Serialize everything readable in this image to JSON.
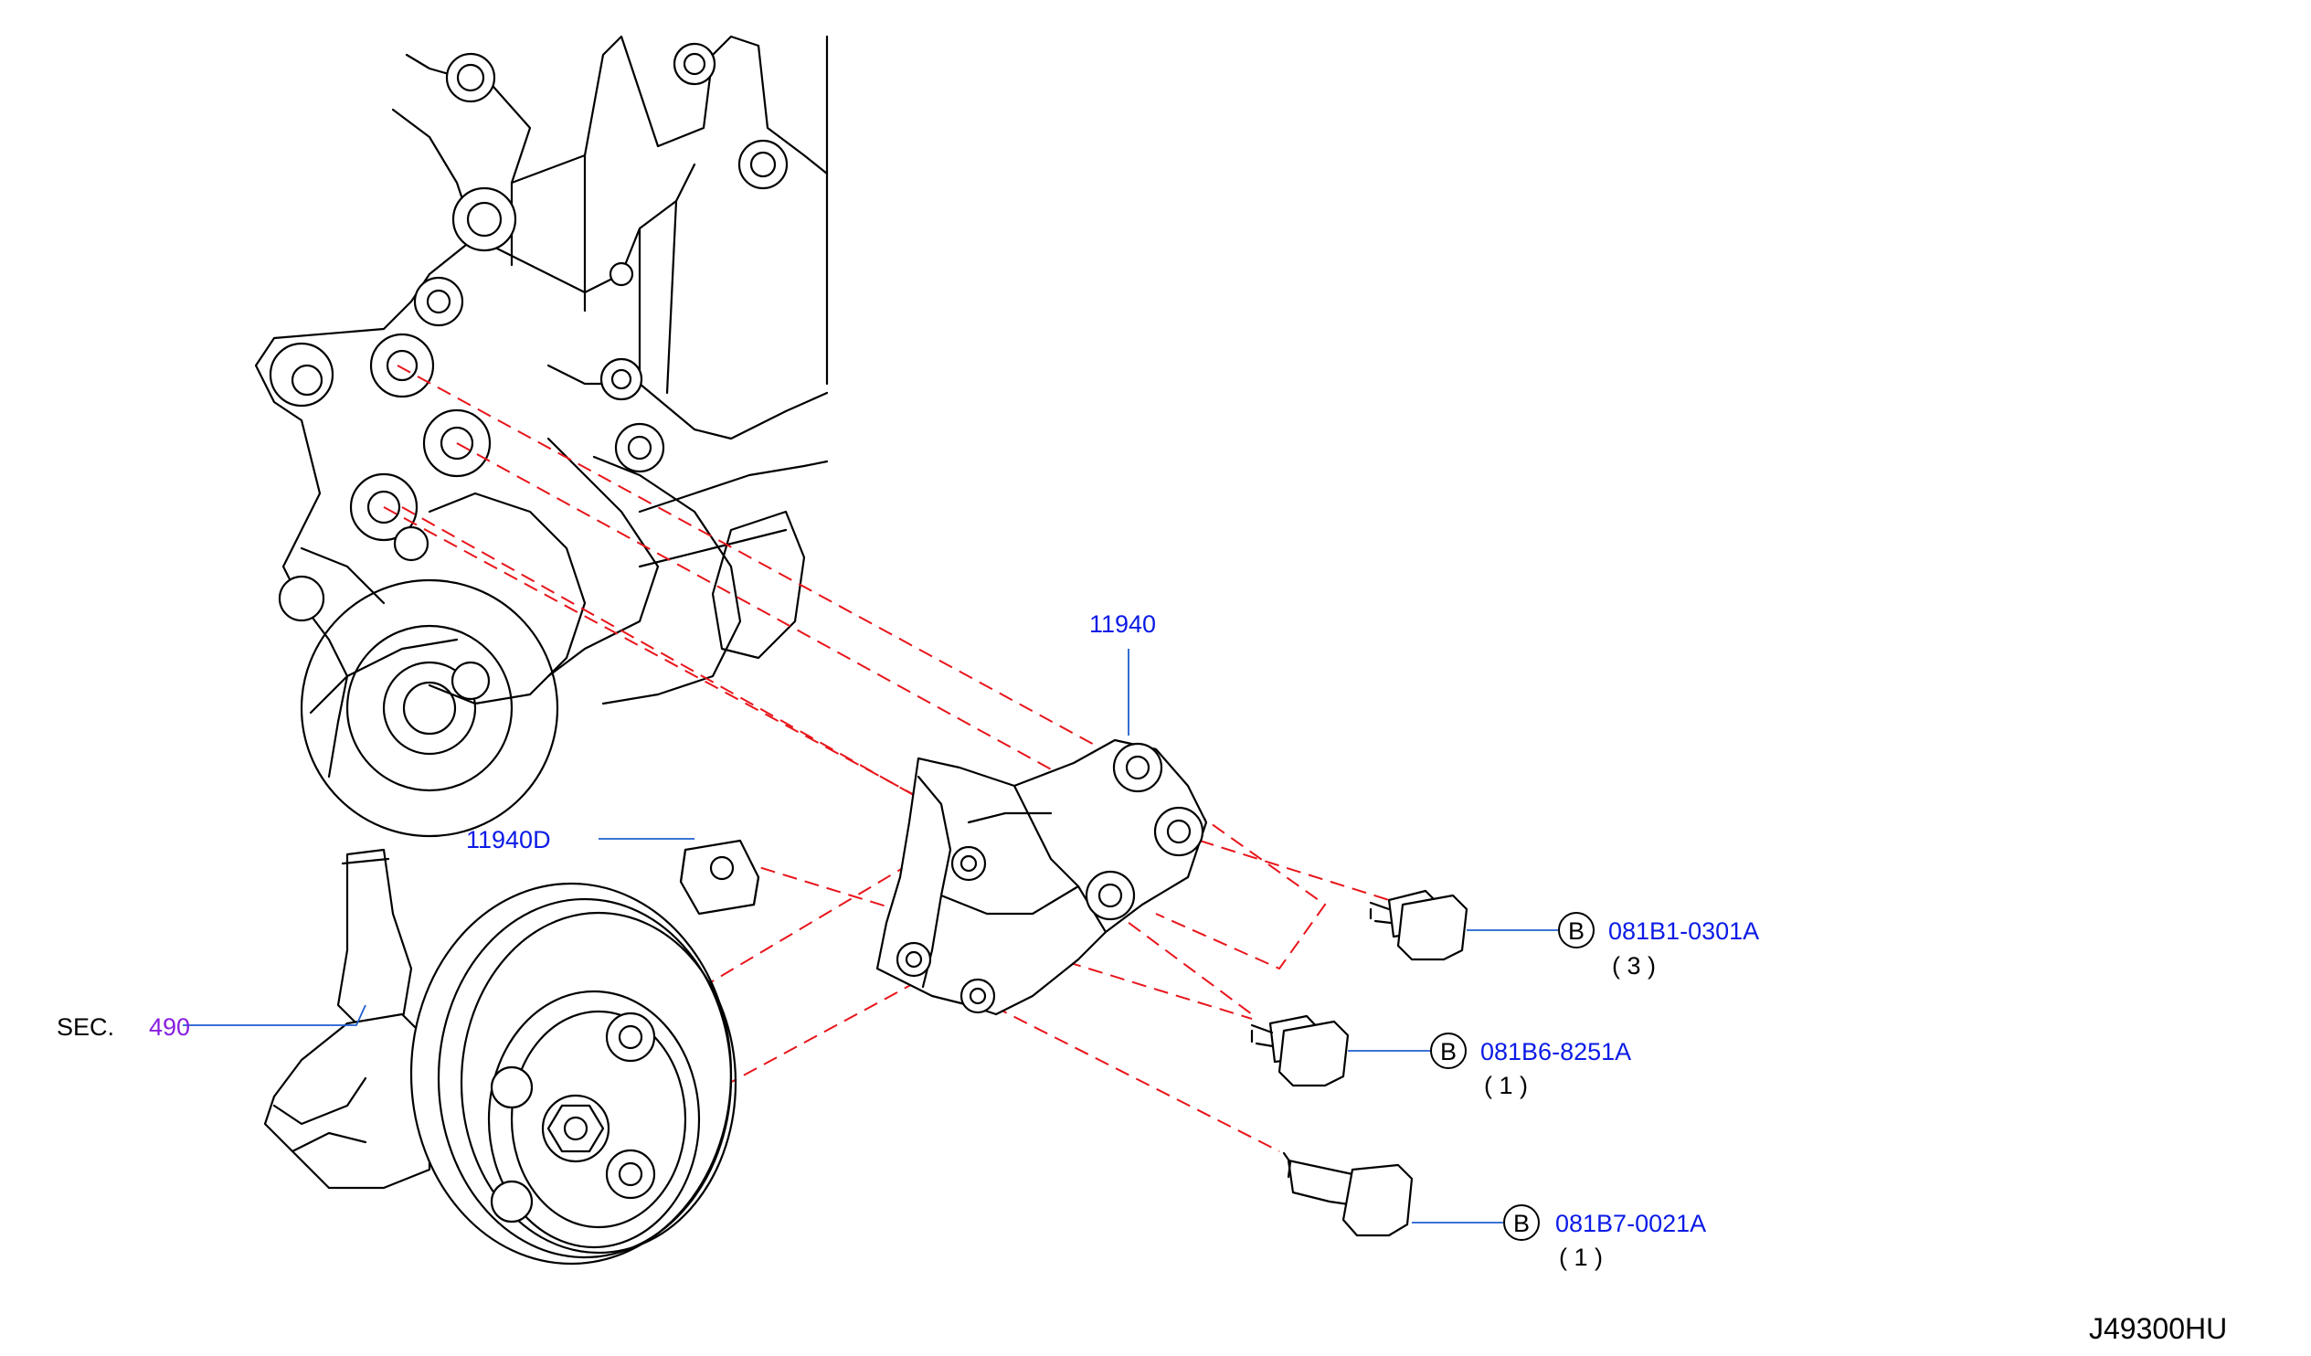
{
  "labels": {
    "bracket": "11940",
    "spacer": "11940D",
    "sec_prefix": "SEC.",
    "sec_number": "490",
    "drawing_id": "J49300HU"
  },
  "bolts": [
    {
      "ref": "B",
      "part": "081B1-0301A",
      "qty": "( 3 )"
    },
    {
      "ref": "B",
      "part": "081B6-8251A",
      "qty": "( 1 )"
    },
    {
      "ref": "B",
      "part": "081B7-0021A",
      "qty": "( 1 )"
    }
  ],
  "colors": {
    "part_number": "#0b1be6",
    "section_number": "#8a1ee0",
    "dashed_guides": "#e8151b",
    "leader_lines": "#1f5fd0"
  }
}
